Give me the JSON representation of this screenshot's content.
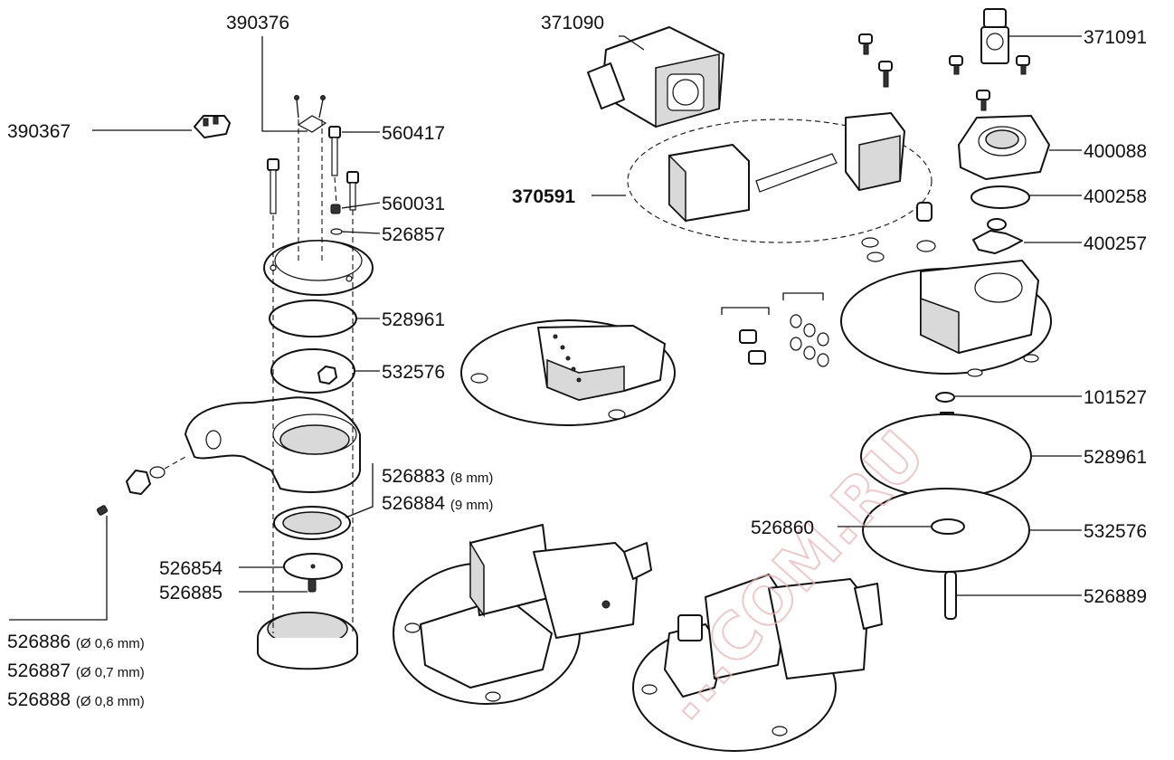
{
  "parts": {
    "p390376": "390376",
    "p390367": "390367",
    "p560417": "560417",
    "p560031": "560031",
    "p526857": "526857",
    "p528961_left": "528961",
    "p532576_left": "532576",
    "p526883": "526883",
    "p526883_note": "(8 mm)",
    "p526884": "526884",
    "p526884_note": "(9 mm)",
    "p526854": "526854",
    "p526885": "526885",
    "p526886": "526886",
    "p526886_note": "(Ø 0,6 mm)",
    "p526887": "526887",
    "p526887_note": "(Ø 0,7 mm)",
    "p526888": "526888",
    "p526888_note": "(Ø 0,8 mm)",
    "p371090": "371090",
    "p371091": "371091",
    "p370591": "370591",
    "p400088": "400088",
    "p400258": "400258",
    "p400257": "400257",
    "p101527": "101527",
    "p528961_right": "528961",
    "p526860": "526860",
    "p532576_right": "532576",
    "p526889": "526889"
  },
  "watermark": "...COM.RU"
}
